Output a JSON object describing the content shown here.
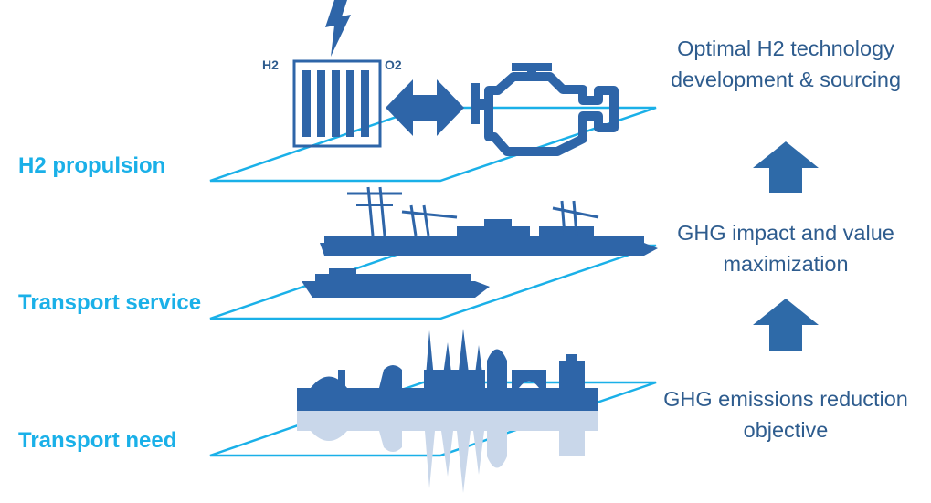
{
  "colors": {
    "label": "#1ab0e8",
    "plane_stroke": "#1ab0e8",
    "icon_blue": "#2e65a8",
    "arrow_blue": "#2e6aa8",
    "text_blue": "#2e5c8e",
    "reflection": "#c9d7ea"
  },
  "layers": [
    {
      "label": "H2 propulsion"
    },
    {
      "label": "Transport service"
    },
    {
      "label": "Transport need"
    }
  ],
  "fuel_cell": {
    "left_label": "H2",
    "right_label": "O2"
  },
  "outcomes": [
    {
      "line1": "Optimal H2 technology",
      "line2": "development & sourcing"
    },
    {
      "line1": "GHG impact and value",
      "line2": "maximization"
    },
    {
      "line1": "GHG emissions reduction",
      "line2": "objective"
    }
  ],
  "icons": [
    "lightning-icon",
    "fuel-cell-icon",
    "double-arrow-icon",
    "engine-icon",
    "ship-port-icon",
    "container-ship-icon",
    "city-skyline-icon",
    "up-arrow-icon"
  ]
}
